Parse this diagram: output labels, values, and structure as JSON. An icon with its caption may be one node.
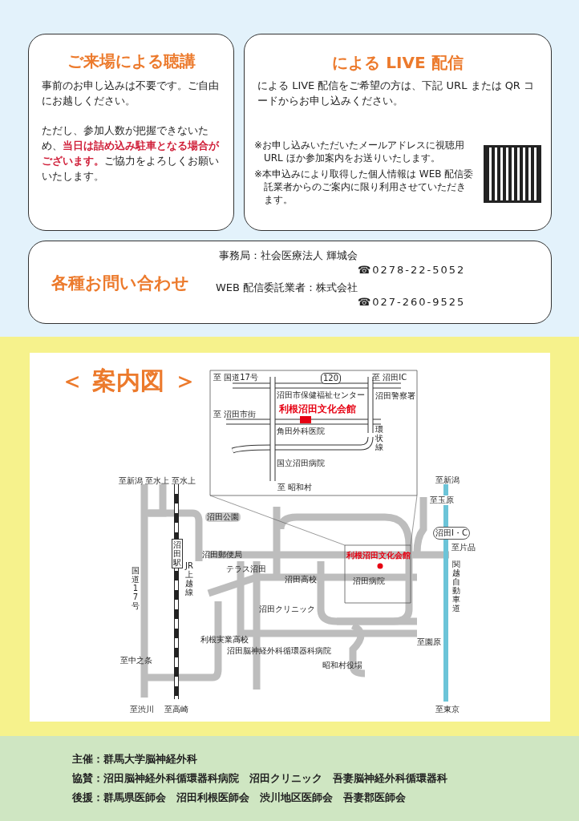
{
  "diagram": {
    "nodes": [
      {
        "text": [
          "ご来場による聴講",
          "事前のお申し込みは不要です。ご自由にお越しください。",
          "ただし、参加人数が把握できないため、**当日は詰め込み駐車となる場合がございます。**ご協力をよろしくお願いいたします。"
        ]
      },
      {
        "text": [
          "による LIVE 配信",
          "による LIVE 配信をご希望の方は、下記 URL または QR コードからお申し込みください。",
          "※お申し込みいただいたメールアドレスに視聴用 URL ほか参加案内をお送りいたします。",
          "※本申込みにより取得した個人情報は WEB 配信委託業者からのご案内に限り利用させていただきます。"
        ]
      },
      {
        "text": [
          "各種お問い合わせ",
          "事務局：社会医療法人 輝城会",
          "☎0278-22-5052",
          "WEB 配信委託業者：株式会社",
          "☎027-260-9525"
        ]
      }
    ],
    "labels": [
      "＜ 案内図 ＞",
      "至 国道17号",
      "120",
      "至 沼田IC",
      "沼田市保健福祉センター",
      "沼田警察署",
      "利根沼田文化会館",
      "至 沼田市街",
      "角田外科医院",
      "環状線",
      "国立沼田病院",
      "至 昭和村",
      "至新潟",
      "至水上",
      "至水上",
      "沼田公園",
      "沼田駅",
      "沼田郵便局",
      "テラス沼田",
      "国道17号",
      "JR上越線",
      "沼田高校",
      "利根沼田文化会館",
      "沼田病院",
      "至新潟",
      "至玉原",
      "沼田I・C",
      "至片品",
      "関越自動車道",
      "沼田クリニック",
      "利根実業高校",
      "沼田脳神経外科循環器科病院",
      "至中之条",
      "昭和村役場",
      "至園原",
      "至渋川",
      "至高崎",
      "至東京",
      "主催：群馬大学脳神経外科",
      "協賛：沼田脳神経外科循環器科病院　沼田クリニック　吾妻脳神経外科循環器科",
      "後援：群馬県医師会　沼田利根医師会　渋川地区医師会　吾妻郡医師会"
    ]
  }
}
